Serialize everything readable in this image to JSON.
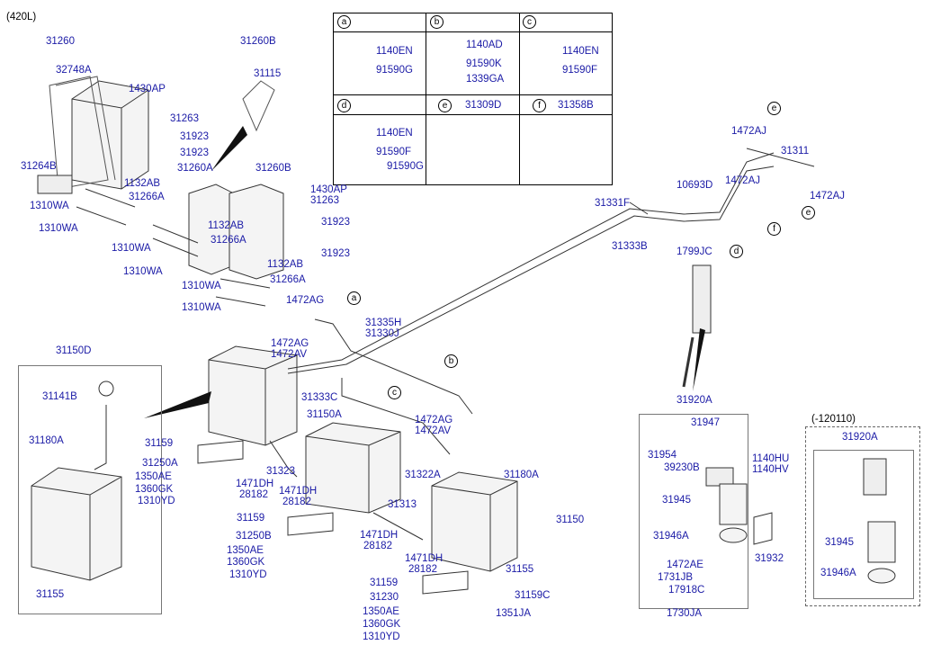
{
  "header": {
    "capacity": "(420L)",
    "variant": "(-120110)"
  },
  "detail_box": {
    "a": {
      "letter": "a",
      "p1": "1140EN",
      "p2": "91590G"
    },
    "b": {
      "letter": "b",
      "p1": "1140AD",
      "p2": "91590K",
      "p3": "1339GA"
    },
    "c": {
      "letter": "c",
      "p1": "1140EN",
      "p2": "91590F"
    },
    "d": {
      "letter": "d",
      "p1": "1140EN",
      "p2": "91590F",
      "p3": "91590G"
    },
    "e": {
      "letter": "e",
      "p1": "31309D"
    },
    "f": {
      "letter": "f",
      "p1": "31358B"
    }
  },
  "callouts": {
    "a": "a",
    "b": "b",
    "c": "c",
    "d": "d",
    "e": "e",
    "f": "f"
  },
  "parts": {
    "p31260": "31260",
    "p32748A": "32748A",
    "p1430AP": "1430AP",
    "p31263": "31263",
    "p31923a": "31923",
    "p31923b": "31923",
    "p31264B": "31264B",
    "p1132AB": "1132AB",
    "p31266A": "31266A",
    "p1310WA_a": "1310WA",
    "p1310WA_b": "1310WA",
    "p31260B": "31260B",
    "p31115": "31115",
    "p31260A": "31260A",
    "p31260B2": "31260B",
    "p1430AP2": "1430AP",
    "p31263b": "31263",
    "p1132AB2": "1132AB",
    "p31266A2": "31266A",
    "p31923c": "31923",
    "p31923d": "31923",
    "p1132AB3": "1132AB",
    "p31266A3": "31266A",
    "p1310WA_c": "1310WA",
    "p1310WA_d": "1310WA",
    "p1310WA_e": "1310WA",
    "p1310WA_f": "1310WA",
    "p1472AG": "1472AG",
    "p31335H": "31335H",
    "p31330J": "31330J",
    "p1472AG2": "1472AG",
    "p1472AV": "1472AV",
    "p31333C": "31333C",
    "p31331F": "31331F",
    "p31333B": "31333B",
    "p10693D": "10693D",
    "p1799JC": "1799JC",
    "p1472AJ_a": "1472AJ",
    "p31311": "31311",
    "p1472AJ_b": "1472AJ",
    "p1472AJ_c": "1472AJ",
    "p31150D": "31150D",
    "p31141B": "31141B",
    "p31180A": "31180A",
    "p31155": "31155",
    "p31159": "31159",
    "p31250A": "31250A",
    "p1350AE": "1350AE",
    "p1360GK": "1360GK",
    "p1310YD": "1310YD",
    "p1471DH": "1471DH",
    "p28182": "28182",
    "p31323": "31323",
    "p1471DH2": "1471DH",
    "p28182b": "28182",
    "p31150A": "31150A",
    "p1472AG3": "1472AG",
    "p1472AV2": "1472AV",
    "p31322A": "31322A",
    "p31180A2": "31180A",
    "p31150": "31150",
    "p31159b": "31159",
    "p31250B": "31250B",
    "p1350AE2": "1350AE",
    "p1360GK2": "1360GK",
    "p1310YD2": "1310YD",
    "p31313": "31313",
    "p1471DH3": "1471DH",
    "p28182c": "28182",
    "p1471DH4": "1471DH",
    "p28182d": "28182",
    "p31155b": "31155",
    "p31159c": "31159",
    "p31230": "31230",
    "p1350AE3": "1350AE",
    "p1360GK3": "1360GK",
    "p1310YD3": "1310YD",
    "p31159C": "31159C",
    "p1351JA": "1351JA",
    "p31920A": "31920A",
    "p31947": "31947",
    "p31954": "31954",
    "p39230B": "39230B",
    "p1140HU": "1140HU",
    "p1140HV": "1140HV",
    "p31945": "31945",
    "p31946A": "31946A",
    "p31932": "31932",
    "p1472AE": "1472AE",
    "p1731JB": "1731JB",
    "p17918C": "17918C",
    "p1730JA": "1730JA",
    "p31920A2": "31920A",
    "p31945b": "31945",
    "p31946A2": "31946A"
  }
}
